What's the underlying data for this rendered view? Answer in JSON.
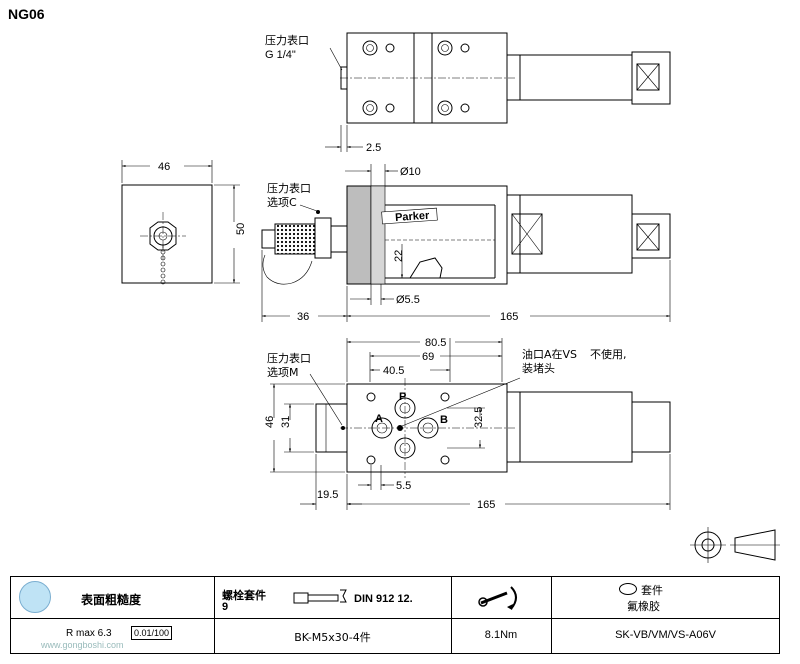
{
  "title": "NG06",
  "top_view": {
    "gauge_port_label_1": "压力表口",
    "gauge_port_label_2": "G 1/4\"",
    "dim_bottom": "2.5"
  },
  "middle_view": {
    "width_dim": "46",
    "height_dim": "50",
    "gauge_c_1": "压力表口",
    "gauge_c_2": "选项C",
    "dia_top": "Ø10",
    "dia_bottom": "Ø5.5",
    "dim_22": "22",
    "dim_left": "36",
    "dim_total": "165",
    "brand": "Parker"
  },
  "bottom_view": {
    "gauge_m_1": "压力表口",
    "gauge_m_2": "选项M",
    "dim_80_5": "80.5",
    "dim_69": "69",
    "dim_40_5": "40.5",
    "port_note_1": "油口A在VS",
    "port_note_2": "不使用,",
    "port_note_3": "装堵头",
    "port_p": "P",
    "port_a": "A",
    "port_b": "B",
    "dim_46": "46",
    "dim_31": "31",
    "dim_32_5": "32.5",
    "dim_5_5": "5.5",
    "dim_19_5": "19.5",
    "dim_165": "165"
  },
  "spec_table": {
    "surface_label": "表面粗糙度",
    "roughness": "R max 6.3",
    "flatness": "0.01/100",
    "bolt_label_1": "螺栓套件",
    "bolt_label_2": "9",
    "bolt_standard": "DIN 912 12.",
    "bolt_value": "BK-M5x30-4件",
    "torque_value": "8.1Nm",
    "seal_label_1": "套件",
    "seal_label_2": "氟橡胶",
    "seal_value": "SK-VB/VM/VS-A06V"
  },
  "watermark": "www.gongboshi.com"
}
